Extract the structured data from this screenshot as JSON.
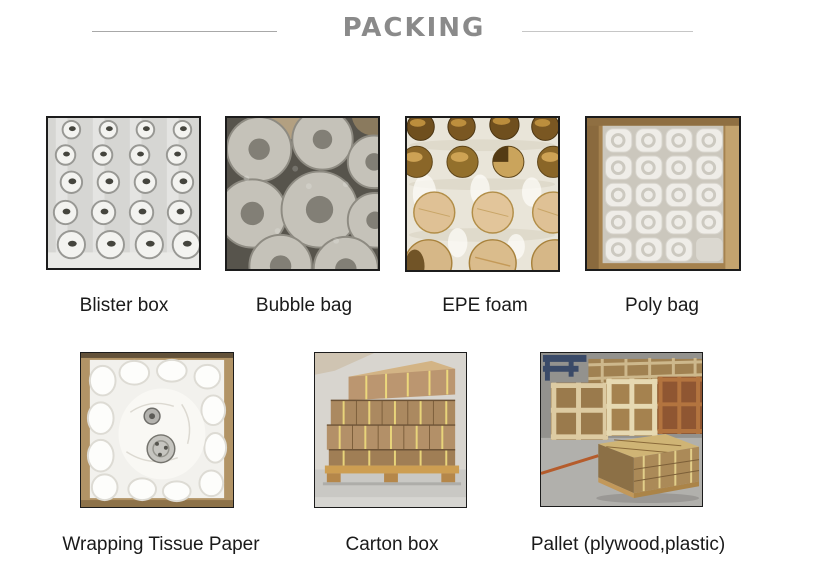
{
  "header": {
    "title": "PACKING"
  },
  "colors": {
    "title_gray": "#8a8a8a",
    "caption_black": "#1a1a1a",
    "rule_gray": "#a8a8a8",
    "background": "#ffffff",
    "photo_border": "#1c1c1c"
  },
  "items": [
    {
      "label": "Blister box",
      "image": "blister-box-photo"
    },
    {
      "label": "Bubble bag",
      "image": "bubble-bag-photo"
    },
    {
      "label": "EPE foam",
      "image": "epe-foam-photo"
    },
    {
      "label": "Poly bag",
      "image": "poly-bag-photo"
    },
    {
      "label": "Wrapping Tissue Paper",
      "image": "wrapping-tissue-paper-photo"
    },
    {
      "label": "Carton box",
      "image": "carton-box-photo"
    },
    {
      "label": "Pallet (plywood,plastic)",
      "image": "pallet-photo"
    }
  ]
}
